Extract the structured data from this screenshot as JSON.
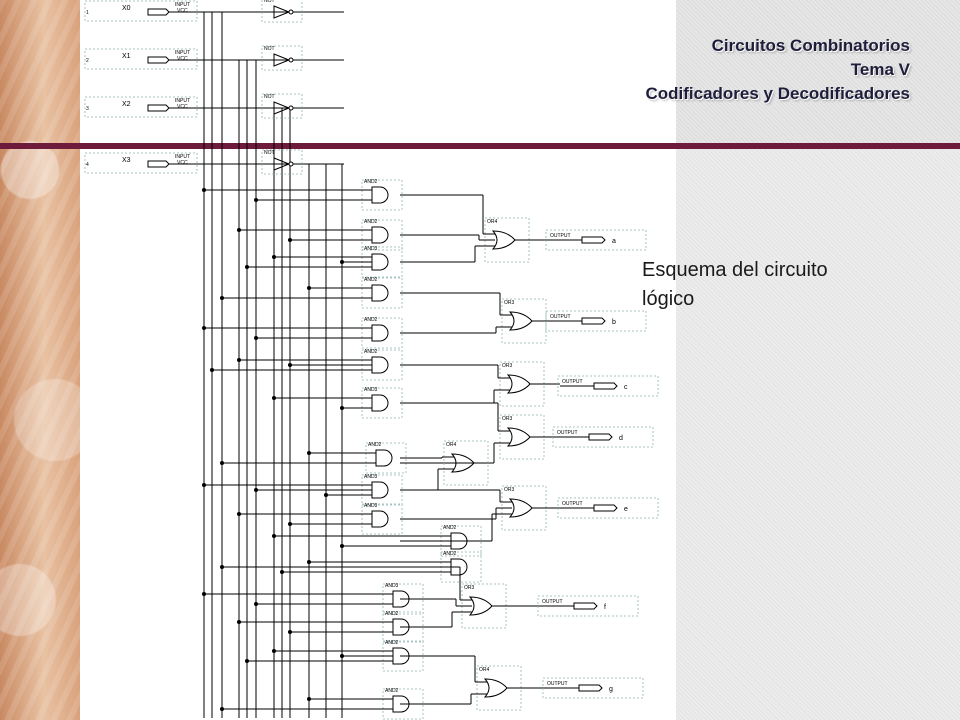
{
  "header": {
    "line1": "Circuitos Combinatorios",
    "line2": "Tema V",
    "line3": "Codificadores y Decodificadores"
  },
  "caption": {
    "line1": "Esquema del circuito",
    "line2": "lógico"
  },
  "colors": {
    "divider": "#6e1a3c",
    "wire": "#000000",
    "dotted_frame": "#8fb3b3",
    "title_text": "#1e1e3c"
  },
  "schematic": {
    "inputs": [
      {
        "name": "X0",
        "pin": "1",
        "tag": "INPUT",
        "vcc": "VCC"
      },
      {
        "name": "X1",
        "pin": "2",
        "tag": "INPUT",
        "vcc": "VCC"
      },
      {
        "name": "X2",
        "pin": "3",
        "tag": "INPUT",
        "vcc": "VCC"
      },
      {
        "name": "X3",
        "pin": "4",
        "tag": "INPUT",
        "vcc": "VCC"
      }
    ],
    "not_label": "NOT",
    "and_labels": [
      "AND2",
      "AND2",
      "AND3",
      "AND2",
      "AND2",
      "AND2",
      "AND3",
      "AND2",
      "AND3",
      "AND3",
      "AND2",
      "AND2",
      "AND3",
      "AND2",
      "AND2",
      "AND2"
    ],
    "or_labels": [
      "OR4",
      "OR3",
      "OR3",
      "OR3",
      "OR3",
      "OR3",
      "OR4",
      "OR4"
    ],
    "output_tag": "OUTPUT",
    "outputs": [
      "a",
      "b",
      "c",
      "d",
      "e",
      "f",
      "g"
    ]
  }
}
